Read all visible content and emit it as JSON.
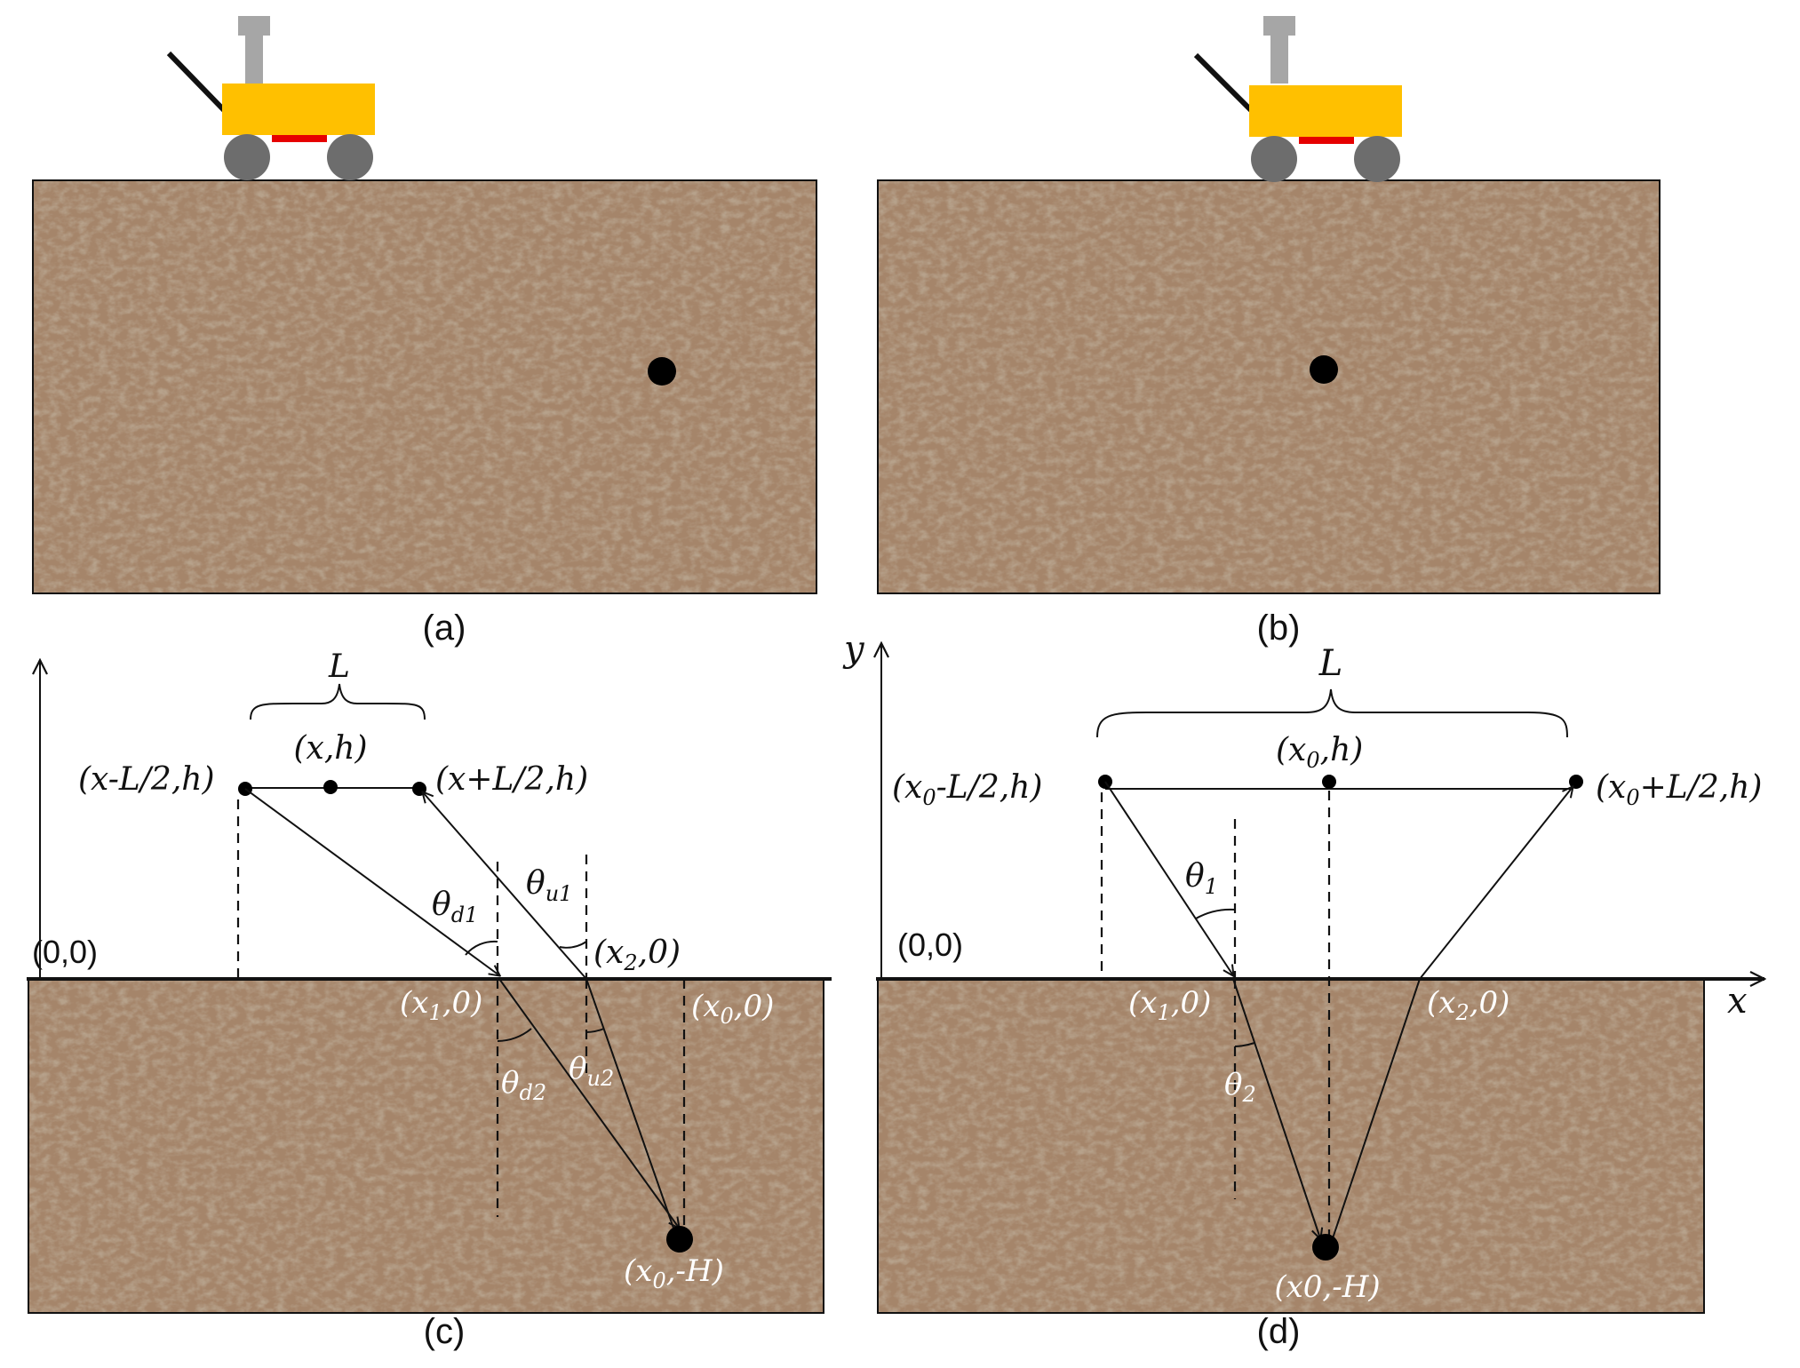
{
  "colors": {
    "soil_base": "#a5856a",
    "cart_body": "#ffc000",
    "cart_accent": "#e60000",
    "cart_wheel": "#6d6d6d",
    "cart_mast": "#a6a6a6",
    "target": "#000000"
  },
  "panels": {
    "a": {
      "label": "(a)"
    },
    "b": {
      "label": "(b)"
    },
    "c": {
      "label": "(c)",
      "brace_label": "L",
      "origin": "(0,0)",
      "tx_point": "(x-L/2,h)",
      "mid_point": "(x,h)",
      "rx_point": "(x+L/2,h)",
      "refr_point_1": {
        "main": "(x",
        "sub": "1",
        "tail": ",0)"
      },
      "refr_point_2": {
        "main": "(x",
        "sub": "2",
        "tail": ",0)"
      },
      "surface_point": {
        "main": "(x",
        "sub": "0",
        "tail": ",0)"
      },
      "target_point": {
        "main": "(x",
        "sub": "0",
        "tail": ",-H)"
      },
      "angle_d1": {
        "main": "θ",
        "sub": "d1"
      },
      "angle_u1": {
        "main": "θ",
        "sub": "u1"
      },
      "angle_d2": {
        "main": "θ",
        "sub": "d2"
      },
      "angle_u2": {
        "main": "θ",
        "sub": "u2"
      }
    },
    "d": {
      "label": "(d)",
      "axis_y": "y",
      "axis_x": "x",
      "brace_label": "L",
      "origin": "(0,0)",
      "tx_point": {
        "main": "(x",
        "sub": "0",
        "tail": "-L/2,h)"
      },
      "mid_point": {
        "main": "(x",
        "sub": "0",
        "tail": ",h)"
      },
      "rx_point": {
        "main": "(x",
        "sub": "0",
        "tail": "+L/2,h)"
      },
      "refr_point_1": {
        "main": "(x",
        "sub": "1",
        "tail": ",0)"
      },
      "refr_point_2": {
        "main": "(x",
        "sub": "2",
        "tail": ",0)"
      },
      "target_point": "(x0,-H)",
      "angle_1": {
        "main": "θ",
        "sub": "1"
      },
      "angle_2": {
        "main": "θ",
        "sub": "2"
      }
    }
  }
}
